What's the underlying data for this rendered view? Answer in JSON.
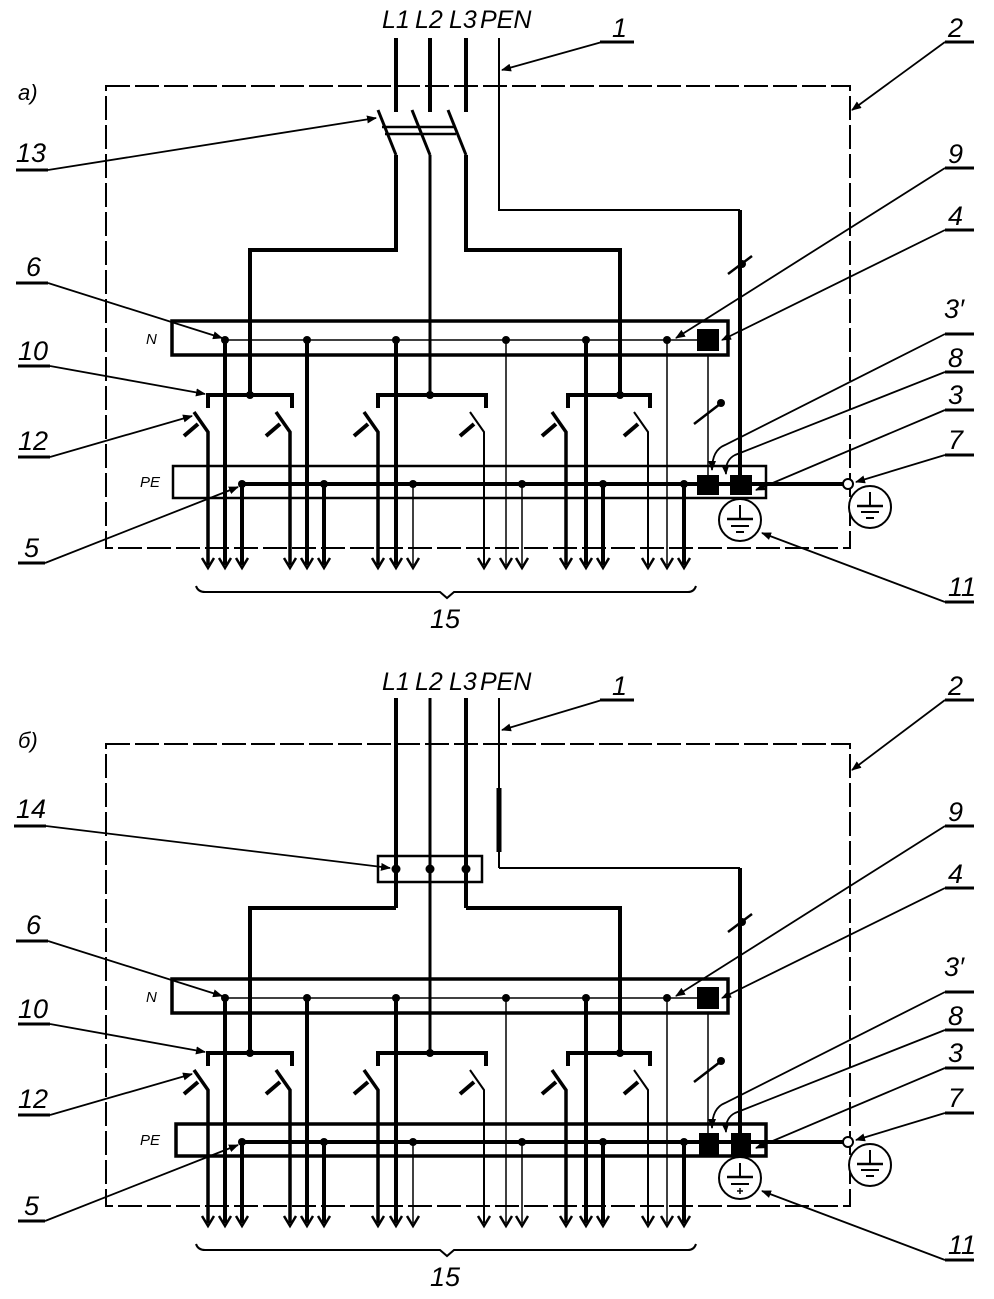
{
  "figure": {
    "description": "Electrical distribution panel wiring schematics (TN-C-S system)",
    "ink_color": "#000000",
    "background_color": "#ffffff",
    "panels": [
      {
        "id": "a",
        "caption": "а)",
        "input_labels": {
          "phases": [
            "L1",
            "L2",
            "L3"
          ],
          "pen": "PEN"
        },
        "input_device": "three-pole switch",
        "bus_labels": {
          "neutral": "N",
          "protective": "PE"
        },
        "callouts": {
          "c1": "1",
          "c2": "2",
          "c13": "13",
          "c9": "9",
          "c4": "4",
          "c6": "6",
          "c10": "10",
          "c12": "12",
          "c3p": "3′",
          "c8": "8",
          "c3": "3",
          "c7": "7",
          "c5": "5",
          "c11": "11",
          "c15": "15"
        },
        "outgoing_groups": 6,
        "conductors_per_group": 3
      },
      {
        "id": "b",
        "caption": "б)",
        "input_labels": {
          "phases": [
            "L1",
            "L2",
            "L3"
          ],
          "pen": "PEN"
        },
        "input_device": "terminal block",
        "bus_labels": {
          "neutral": "N",
          "protective": "PE"
        },
        "callouts": {
          "c1": "1",
          "c2": "2",
          "c14": "14",
          "c9": "9",
          "c4": "4",
          "c6": "6",
          "c10": "10",
          "c12": "12",
          "c3p": "3′",
          "c8": "8",
          "c3": "3",
          "c7": "7",
          "c5": "5",
          "c11": "11",
          "c15": "15"
        },
        "outgoing_groups": 6,
        "conductors_per_group": 3
      }
    ]
  }
}
